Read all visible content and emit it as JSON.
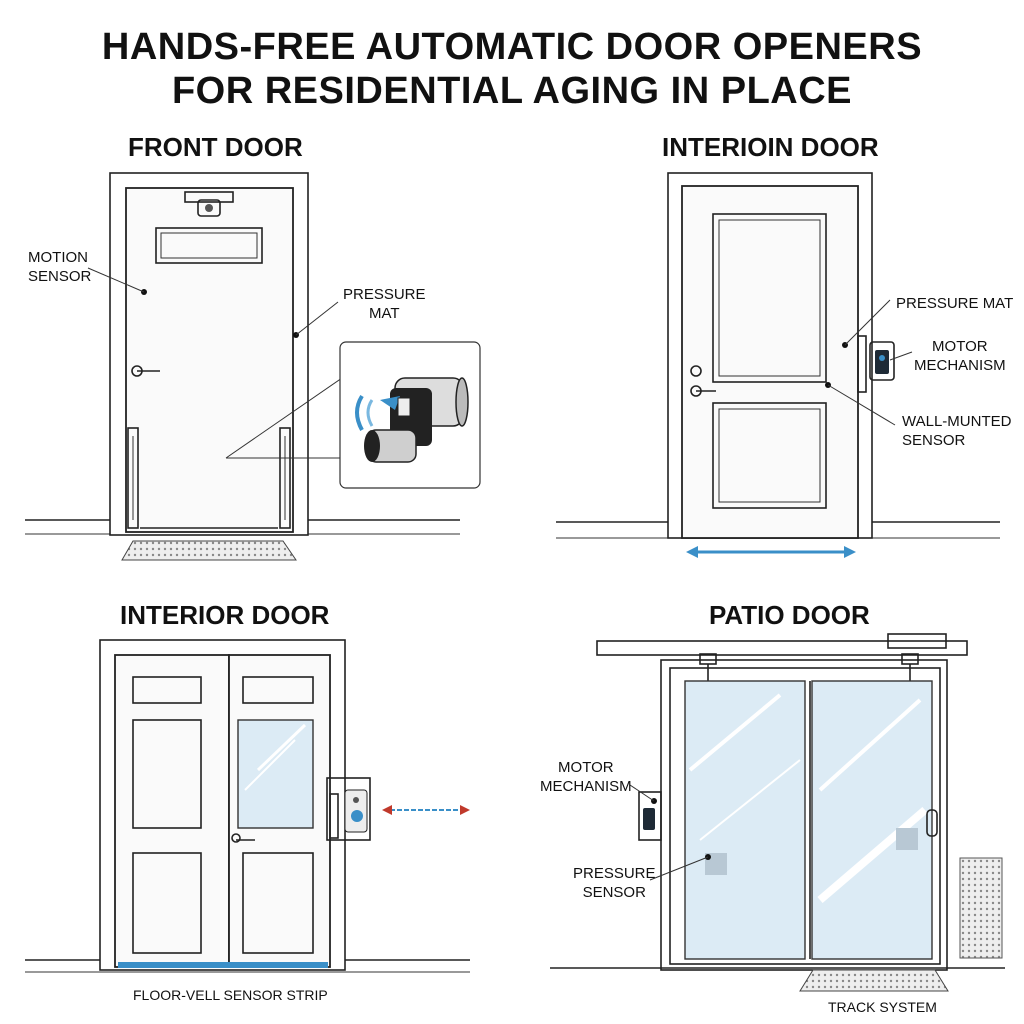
{
  "title": {
    "line1": "HANDS-FREE AUTOMATIC DOOR OPENERS",
    "line2": "FOR RESIDENTIAL AGING IN PLACE"
  },
  "panels": {
    "front": {
      "heading": "FRONT DOOR",
      "motion_sensor": [
        "MOTION",
        "SENSOR"
      ],
      "pressure_mat": [
        "PRESSURE",
        "MAT"
      ]
    },
    "interior_top": {
      "heading": "INTERIOIN DOOR",
      "pressure_mat": "PRESSURE MAT",
      "motor": [
        "MOTOR",
        "MECHANISM"
      ],
      "wall_sensor": [
        "WALL-MUNTED",
        "SENSOR"
      ]
    },
    "interior_bottom": {
      "heading": "INTERIOR DOOR",
      "strip": "FLOOR-VELL SENSOR STRIP"
    },
    "patio": {
      "heading": "PATIO DOOR",
      "motor": [
        "MOTOR",
        "MECHANISM"
      ],
      "pressure_sensor": [
        "PRESSURE",
        "SENSOR"
      ],
      "track": "TRACK SYSTEM"
    }
  },
  "colors": {
    "glass": "#dcebf5",
    "accent_blue": "#3a8fc8",
    "arrow_red": "#c0392b"
  }
}
